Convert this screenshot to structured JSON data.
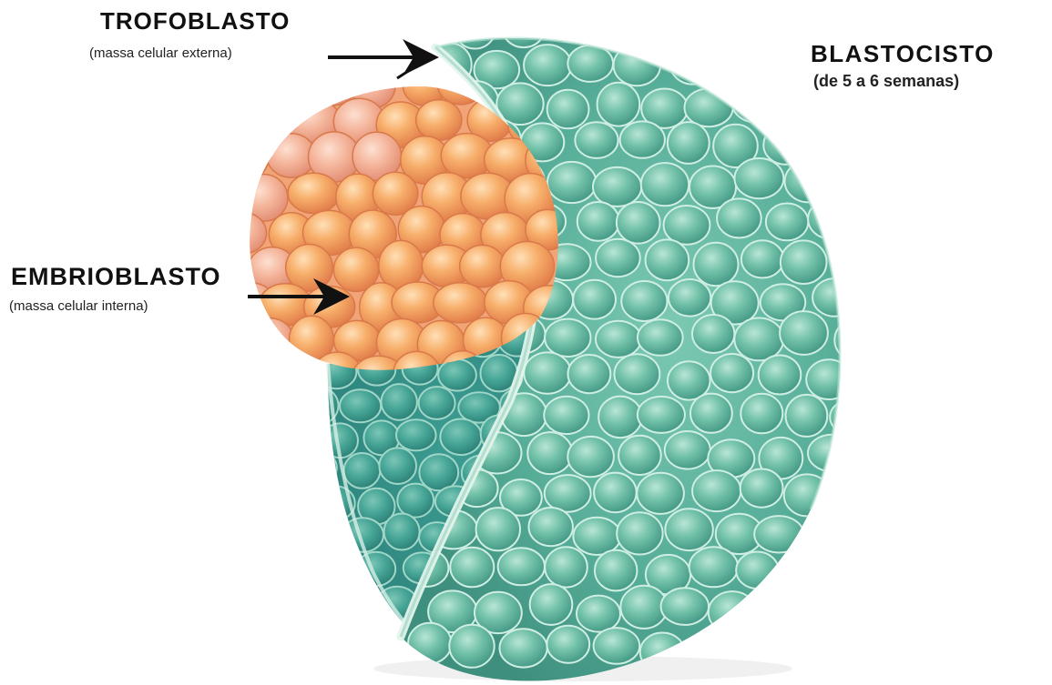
{
  "labels": {
    "trophoblast_title": "TROFOBLASTO",
    "trophoblast_sub": "(massa celular externa)",
    "embryoblast_title": "EMBRIOBLASTO",
    "embryoblast_sub": "(massa celular interna)",
    "blastocyst_title": "BLASTOCISTO",
    "blastocyst_sub": "(de 5 a 6 semanas)"
  },
  "colors": {
    "shell_outer": "#4fa792",
    "shell_cell": "#6ebfa8",
    "shell_inner": "#2f8f86",
    "inner_mass": "#f2a060",
    "inner_mass_highlight": "#ffd0a0",
    "arrow": "#111111"
  }
}
